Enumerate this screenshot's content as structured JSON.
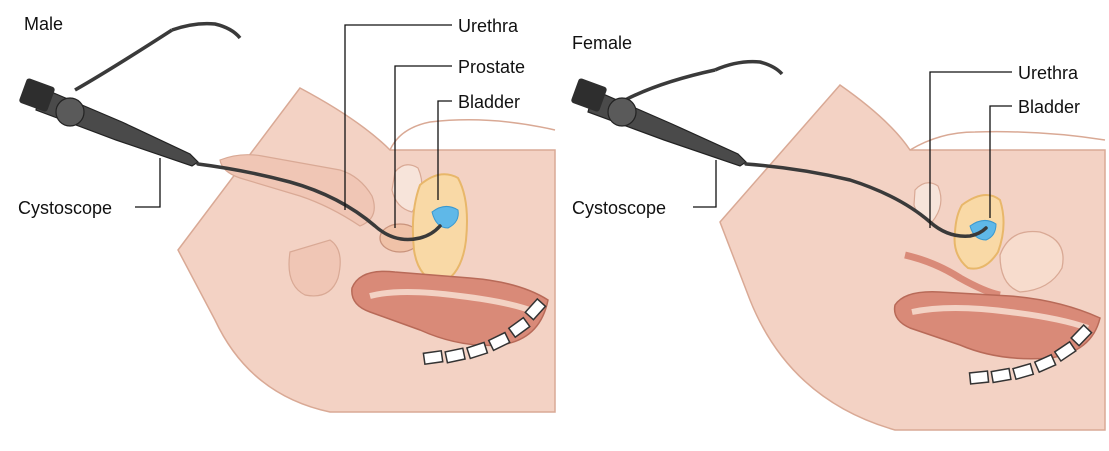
{
  "diagram": {
    "male": {
      "title": "Male",
      "labels": {
        "urethra": "Urethra",
        "prostate": "Prostate",
        "bladder": "Bladder",
        "cystoscope": "Cystoscope"
      }
    },
    "female": {
      "title": "Female",
      "labels": {
        "urethra": "Urethra",
        "bladder": "Bladder",
        "cystoscope": "Cystoscope"
      }
    }
  },
  "colors": {
    "skin": "#f3d2c4",
    "skin_edge": "#d9a995",
    "muscle": "#d98a78",
    "bladder": "#f9d9a6",
    "bladder_edge": "#e8b76a",
    "urine": "#5fb8e8",
    "scope": "#3a3a3a",
    "bone": "#ffffff"
  }
}
